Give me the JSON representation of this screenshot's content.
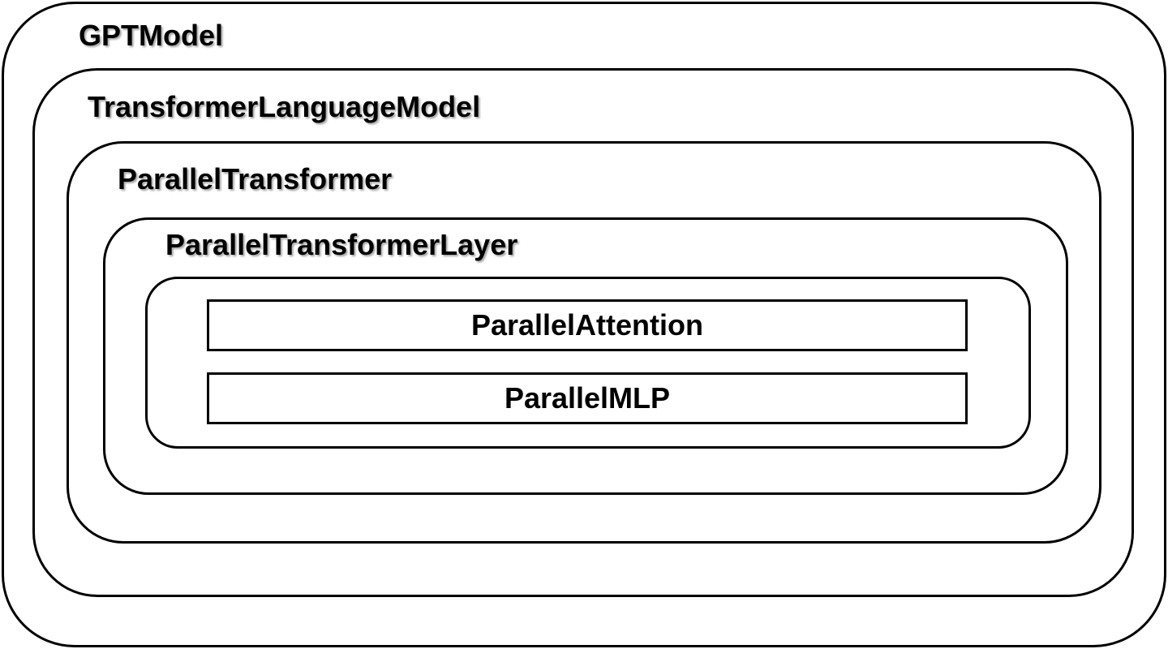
{
  "diagram": {
    "containers": [
      {
        "id": "gpt_model",
        "label": "GPTModel"
      },
      {
        "id": "transformer_language_model",
        "label": "TransformerLanguageModel"
      },
      {
        "id": "parallel_transformer",
        "label": "ParallelTransformer"
      },
      {
        "id": "parallel_transformer_layer",
        "label": "ParallelTransformerLayer"
      }
    ],
    "modules": [
      {
        "id": "parallel_attention",
        "label": "ParallelAttention"
      },
      {
        "id": "parallel_mlp",
        "label": "ParallelMLP"
      }
    ]
  },
  "colors": {
    "stroke": "#000000",
    "background": "#ffffff",
    "text": "#000000"
  }
}
